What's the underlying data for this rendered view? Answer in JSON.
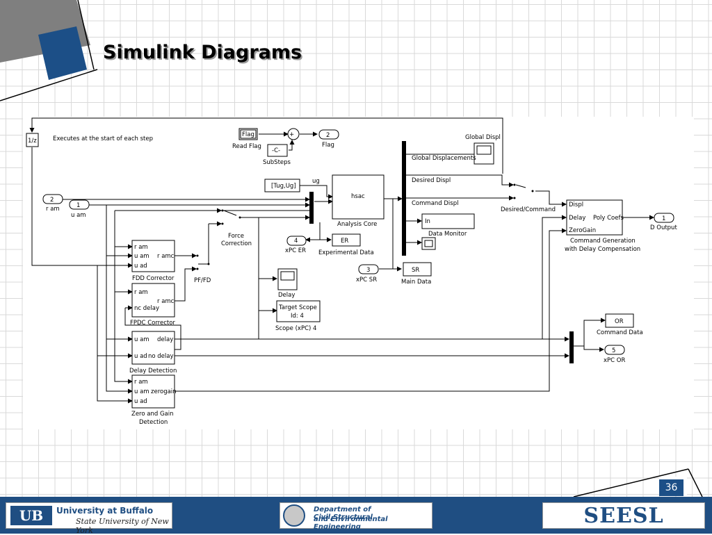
{
  "slide": {
    "title": "Simulink Diagrams",
    "page_number": "36"
  },
  "diagram": {
    "delay_block": "1/z",
    "note": "Executes at the start of each step",
    "flag_block": "Flag",
    "read_flag_label": "Read Flag",
    "substeps_const": "-C-",
    "substeps_label": "SubSteps",
    "sum_signs": "+",
    "flag_out_num": "2",
    "flag_out_label": "Flag",
    "tug_block": "[Tug,Ug]",
    "ug_signal": "ug",
    "hsac_block": "hsac",
    "analysis_core_label": "Analysis Core",
    "in_ram_num": "2",
    "in_ram_label": "r am",
    "in_uam_num": "1",
    "in_uam_label": "u am",
    "force_correction_label": "Force\nCorrection",
    "xpc_er_num": "4",
    "xpc_er_label": "xPC ER",
    "er_block": "ER",
    "experimental_data_label": "Experimental Data",
    "global_displ_label": "Global Displ",
    "global_displacements_signal": "Global Displacements",
    "desired_displ_signal": "Desired Displ",
    "command_displ_signal": "Command Displ",
    "in_block": "In",
    "data_monitor_label": "Data Monitor",
    "desired_command_label": "Desired/Command",
    "cmdgen_port_displ": "Displ",
    "cmdgen_port_delay": "Delay",
    "cmdgen_port_zerogain": "ZeroGain",
    "cmdgen_port_polycoefs": "Poly Coefs",
    "cmdgen_label_1": "Command Generation",
    "cmdgen_label_2": "with Delay Compensation",
    "d_output_num": "1",
    "d_output_label": "D Output",
    "xpc_sr_num": "3",
    "xpc_sr_label": "xPC SR",
    "sr_block": "SR",
    "main_data_label": "Main Data",
    "fdd_ports": [
      "r am",
      "u am",
      "u ad"
    ],
    "fdd_out": "r amc",
    "fdd_label": "FDD Corrector",
    "pffd_label": "PF/FD",
    "fpdc_ports": [
      "r am",
      "nc delay"
    ],
    "fpdc_out": "r amc",
    "fpdc_label": "FPDC Corrector",
    "delay_scope_label": "Delay",
    "target_scope_line1": "Target Scope",
    "target_scope_line2": "Id: 4",
    "scope_label": "Scope (xPC) 4",
    "dd_ports": [
      "u am",
      "u ad"
    ],
    "dd_outs": [
      "delay",
      "no delay"
    ],
    "dd_label": "Delay Detection",
    "zg_ports": [
      "r am",
      "u am",
      "u ad"
    ],
    "zg_out": "zerogain",
    "zg_label_1": "Zero and Gain",
    "zg_label_2": "Detection",
    "or_block": "OR",
    "command_data_label": "Command Data",
    "xpc_or_num": "5",
    "xpc_or_label": "xPC OR"
  },
  "footer": {
    "ub_line1": "University at Buffalo",
    "ub_line2": "State University of New York",
    "dept_line1": "Department of Civil,Structural",
    "dept_line2": "and Environmental Engineering",
    "seesl": "SEESL"
  },
  "colors": {
    "brand_blue": "#1f4e82",
    "square_blue": "#1c4f87",
    "square_gray": "#7f7f7f"
  }
}
